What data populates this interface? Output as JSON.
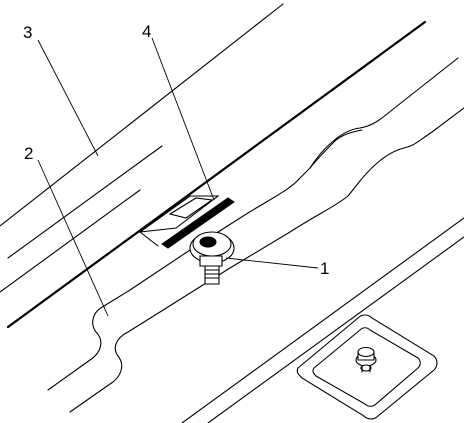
{
  "callouts": [
    {
      "id": "callout-1",
      "text": "1"
    },
    {
      "id": "callout-2",
      "text": "2"
    },
    {
      "id": "callout-3",
      "text": "3"
    },
    {
      "id": "callout-4",
      "text": "4"
    }
  ]
}
